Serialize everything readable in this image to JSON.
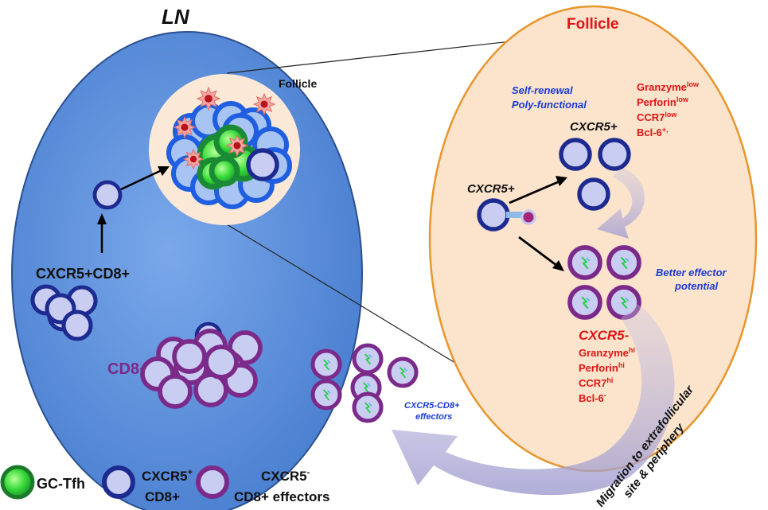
{
  "lymph_node": {
    "title": "LN",
    "follicle_label": "Follicle",
    "cxcr5_cd8_label": "CXCR5+CD8+",
    "cd8_label": "CD8+"
  },
  "follicle_zoom": {
    "title": "Follicle",
    "self_renewal": "Self-renewal",
    "poly_functional": "Poly-functional",
    "markers_top": [
      {
        "base": "Granzyme",
        "sup": "low"
      },
      {
        "base": "Perforin",
        "sup": "low"
      },
      {
        "base": "CCR7",
        "sup": "low"
      },
      {
        "base": "Bcl-6",
        "sup": "+,"
      }
    ],
    "cxcr5_pos_top": "CXCR5+",
    "cxcr5_pos_left": "CXCR5+",
    "better_effector_1": "Better effector",
    "better_effector_2": "potential",
    "cxcr5_neg": "CXCR5-",
    "markers_bottom": [
      {
        "base": "Granzyme",
        "sup": "hi"
      },
      {
        "base": "Perforin",
        "sup": "hi"
      },
      {
        "base": "CCR7",
        "sup": "hi"
      },
      {
        "base": "Bcl-6",
        "sup": "-"
      }
    ]
  },
  "effectors_label_1": "CXCR5-CD8+",
  "effectors_label_2": "effectors",
  "migration_label_1": "Migration to extrafollicular",
  "migration_label_2": "site & periphery",
  "legend": {
    "gc_tfh": "GC-Tfh",
    "cxcr5_pos_line1": "CXCR5",
    "cxcr5_pos_sup": "+",
    "cxcr5_pos_line2": "CD8+",
    "cxcr5_neg_line1": "CXCR5",
    "cxcr5_neg_sup": "-",
    "cxcr5_neg_line2": "CD8+ effectors"
  },
  "colors": {
    "ln_fill": "#5b8fdc",
    "follicle_fill": "#fbe3cc",
    "follicle_border": "#e8962e",
    "cxcr5_pos_ring": "#1d2a8f",
    "cell_center": "#c9cdf2",
    "cxcr5_neg_ring": "#7b2a8a",
    "gc_green": "#2fd23a",
    "red_text": "#e01414",
    "blue_text": "#1a3ad6"
  }
}
